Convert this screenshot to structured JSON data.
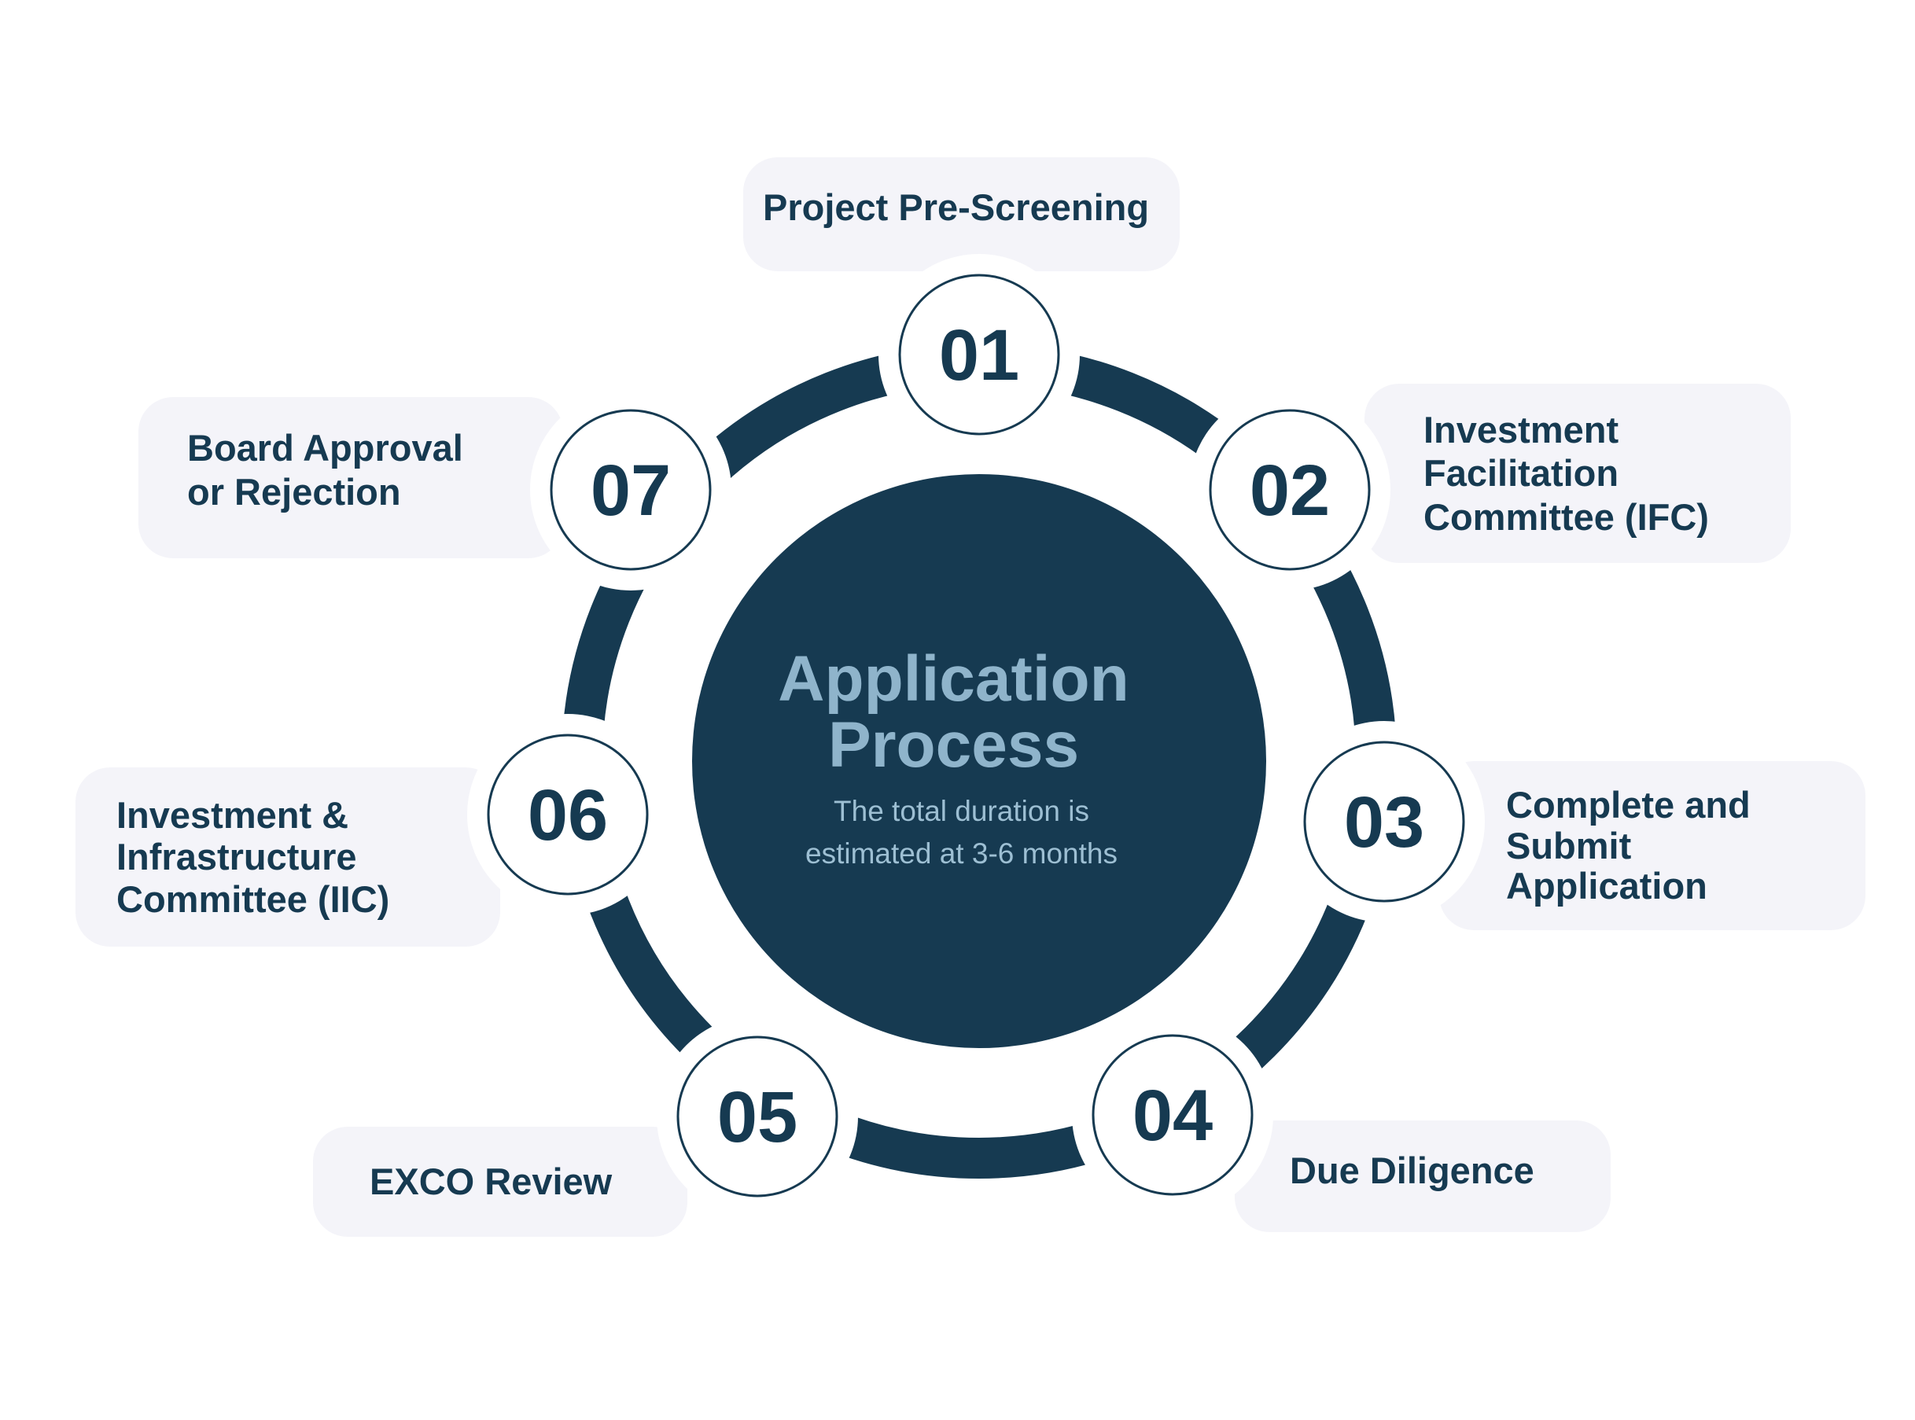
{
  "center": {
    "title": "Application\nProcess",
    "subtitle": "The total duration is\nestimated at 3-6 months"
  },
  "steps": [
    {
      "number": "01",
      "label": "Project Pre-Screening"
    },
    {
      "number": "02",
      "label": "Investment\nFacilitation\nCommittee (IFC)"
    },
    {
      "number": "03",
      "label": "Complete and\nSubmit\nApplication"
    },
    {
      "number": "04",
      "label": "Due Diligence"
    },
    {
      "number": "05",
      "label": "EXCO Review"
    },
    {
      "number": "06",
      "label": "Investment &\nInfrastructure\nCommittee (IIC)"
    },
    {
      "number": "07",
      "label": "Board Approval\nor Rejection"
    }
  ],
  "colors": {
    "ring": "#163a51",
    "center_fill": "#163a51",
    "center_title": "#8fb4cb",
    "number_text": "#163a51",
    "label_bg": "#f4f4f9",
    "label_text": "#163a51"
  }
}
